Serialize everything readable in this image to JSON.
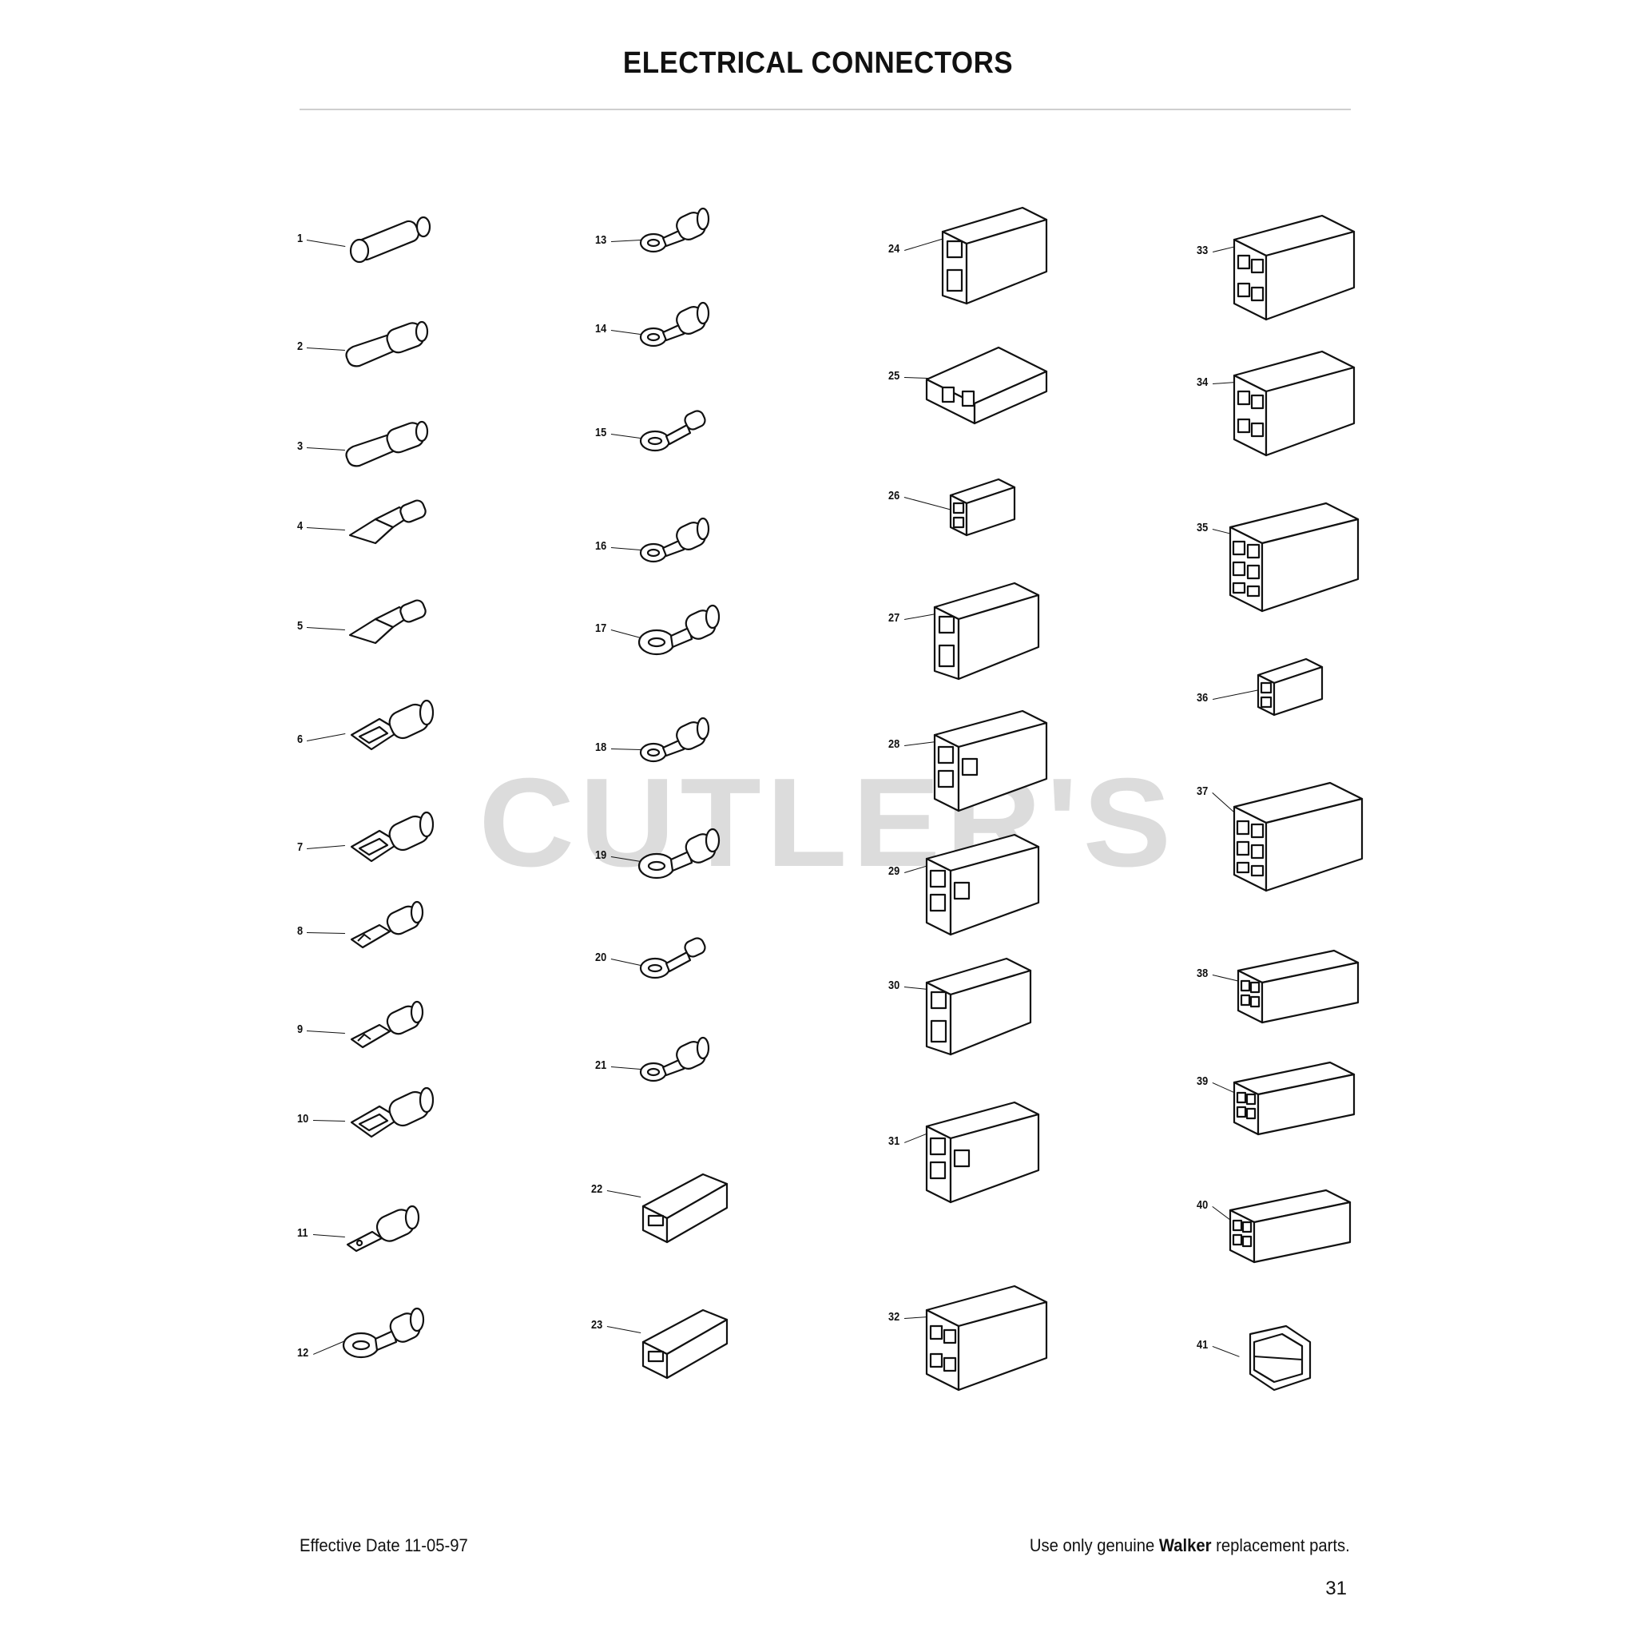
{
  "header": {
    "title": "ELECTRICAL CONNECTORS"
  },
  "watermark": {
    "text": "CUTLER'S"
  },
  "footer": {
    "effective_date": "Effective Date 11-05-97",
    "notice_prefix": "Use only genuine ",
    "notice_brand": "Walker",
    "notice_suffix": " replacement parts.",
    "page_number": "31"
  },
  "parts": [
    {
      "label": "1",
      "kind": "butt"
    },
    {
      "label": "2",
      "kind": "bullet"
    },
    {
      "label": "3",
      "kind": "bullet"
    },
    {
      "label": "4",
      "kind": "flag"
    },
    {
      "label": "5",
      "kind": "flag"
    },
    {
      "label": "6",
      "kind": "spade-insulated"
    },
    {
      "label": "7",
      "kind": "spade-insulated"
    },
    {
      "label": "8",
      "kind": "hook"
    },
    {
      "label": "9",
      "kind": "hook"
    },
    {
      "label": "10",
      "kind": "spade-insulated"
    },
    {
      "label": "11",
      "kind": "spade-tab"
    },
    {
      "label": "12",
      "kind": "ring-large"
    },
    {
      "label": "13",
      "kind": "ring"
    },
    {
      "label": "14",
      "kind": "ring"
    },
    {
      "label": "15",
      "kind": "ring-open"
    },
    {
      "label": "16",
      "kind": "ring"
    },
    {
      "label": "17",
      "kind": "ring-large"
    },
    {
      "label": "18",
      "kind": "ring"
    },
    {
      "label": "19",
      "kind": "ring-large"
    },
    {
      "label": "20",
      "kind": "ring-open"
    },
    {
      "label": "21",
      "kind": "ring"
    },
    {
      "label": "22",
      "kind": "housing-1"
    },
    {
      "label": "23",
      "kind": "housing-1"
    },
    {
      "label": "24",
      "kind": "housing-2"
    },
    {
      "label": "25",
      "kind": "housing-flat"
    },
    {
      "label": "26",
      "kind": "housing-small"
    },
    {
      "label": "27",
      "kind": "housing-2"
    },
    {
      "label": "28",
      "kind": "housing-3"
    },
    {
      "label": "29",
      "kind": "housing-3"
    },
    {
      "label": "30",
      "kind": "housing-2"
    },
    {
      "label": "31",
      "kind": "housing-3"
    },
    {
      "label": "32",
      "kind": "housing-4"
    },
    {
      "label": "33",
      "kind": "housing-4"
    },
    {
      "label": "34",
      "kind": "housing-4"
    },
    {
      "label": "35",
      "kind": "housing-6"
    },
    {
      "label": "36",
      "kind": "housing-small"
    },
    {
      "label": "37",
      "kind": "housing-6"
    },
    {
      "label": "38",
      "kind": "housing-8"
    },
    {
      "label": "39",
      "kind": "housing-8"
    },
    {
      "label": "40",
      "kind": "housing-8"
    },
    {
      "label": "41",
      "kind": "housing-hex"
    }
  ]
}
